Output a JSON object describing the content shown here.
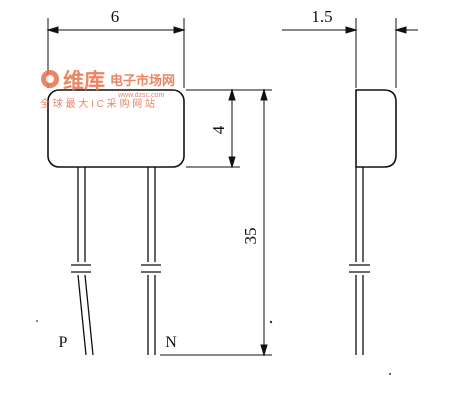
{
  "dimensions": {
    "body_width": "6",
    "body_height": "4",
    "overall_height": "35",
    "side_thickness": "1.5"
  },
  "pins": {
    "left": "P",
    "right": "N"
  },
  "watermark": {
    "brand": "维库",
    "brand_suffix": "电子市场网",
    "url": "www.dzsc.com",
    "slogan": "全 球 最 大 I C 采 购 网 站"
  },
  "colors": {
    "line": "#111111",
    "watermark": "#e8704a"
  }
}
